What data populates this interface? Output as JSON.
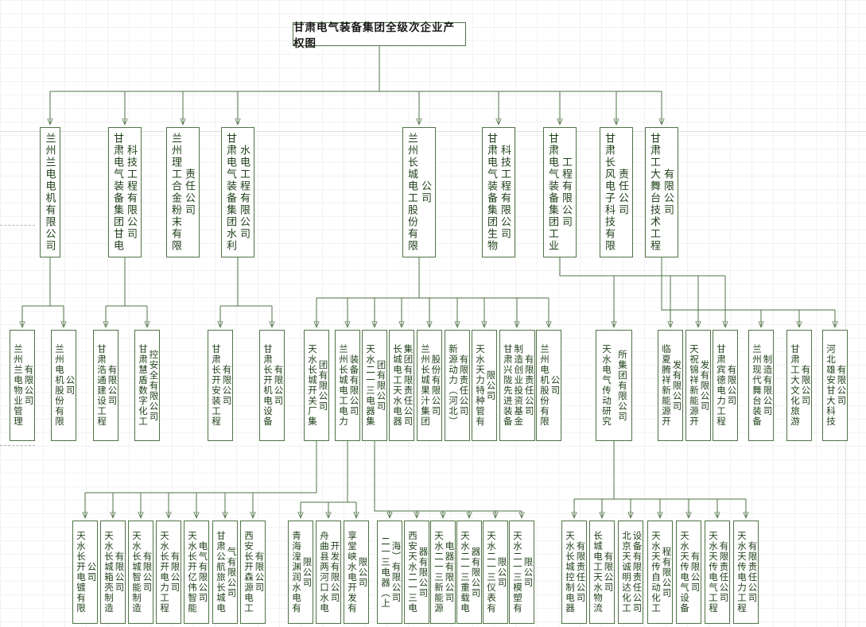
{
  "org": {
    "title": "甘肃电气装备集团全级次企业产权图",
    "colors": {
      "box_border": "#4f7345",
      "box_text": "#1e3f18",
      "connector": "#4f7345",
      "title_text": "#1a1a1a"
    },
    "groups": [
      {
        "label": "兰州兰电电机有限公司",
        "children": [
          {
            "label": "兰州兰电物业管理有限公司"
          },
          {
            "label": "兰州电机股份有限公司"
          }
        ]
      },
      {
        "label": "甘肃电气装备集团甘电科技工程有限公司",
        "children": [
          {
            "label": "甘肃浩通建设工程有限公司"
          },
          {
            "label": "甘肃慧盾数字化工控安全有限公司"
          }
        ]
      },
      {
        "label": "兰州理工合金粉末有限责任公司",
        "children": []
      },
      {
        "label": "甘肃电气装备集团水利水电工程有限公司",
        "children": [
          {
            "label": "甘肃长开安装工程有限公司"
          },
          {
            "label": "甘肃长开机电设备有限公司"
          }
        ]
      },
      {
        "label": "兰州长城电工股份有限公司",
        "children": [
          {
            "label": "天水长城开关厂集团有限公司",
            "children": [
              {
                "label": "天水长开电镀有限公司"
              },
              {
                "label": "天水长城箱壳制造有限公司"
              },
              {
                "label": "天水长城智能制造有限公司"
              },
              {
                "label": "天水长开电力工程有限公司"
              },
              {
                "label": "天水长开亿伟智能电气有限公司"
              },
              {
                "label": "甘肃公航旅长城电气有限公司"
              },
              {
                "label": "西安长开森源电工有限公司"
              }
            ]
          },
          {
            "label": "兰州长城电工电力装备有限公司",
            "children": [
              {
                "label": "青海湟渊润水电有限公司"
              },
              {
                "label": "舟曲县两河口水电开发有限公司"
              },
              {
                "label": "享堂峡水电开发有限公司"
              }
            ]
          },
          {
            "label": "天水二一三电器集团有限公司",
            "children": [
              {
                "label": "二一三电器（上海）有限公司"
              },
              {
                "label": "西安天水二一三电器有限公司"
              },
              {
                "label": "天水二一三新能源电器有限公司"
              },
              {
                "label": "天水二一三重载电器有限公司"
              },
              {
                "label": "天水二一三仪表有限公司"
              },
              {
                "label": "天水二一三模塑有限公司"
              }
            ]
          },
          {
            "label": "长城电工天水电器集团有限责任公司"
          },
          {
            "label": "兰州长城果汁集团股份有限公司"
          },
          {
            "label": "新源动力（河北）有限责任公司"
          },
          {
            "label": "天水天力特种管有限公司"
          },
          {
            "label": "甘肃兴陇先进装备制造创业投资基金有限责任公司"
          },
          {
            "label": "兰州电机股份有限公司"
          }
        ]
      },
      {
        "label": "甘肃电气装备集团生物科技工程有限公司",
        "children": []
      },
      {
        "label": "甘肃电气装备集团工业工程有限公司",
        "children": [
          {
            "label": "天水电气传动研究所集团有限公司",
            "children": [
              {
                "label": "天水长城控制电器有限责任公司"
              },
              {
                "label": "长城电工天水物流有限公司"
              },
              {
                "label": "北京天诚明达化工设备有限责任公司"
              },
              {
                "label": "天水天传自动化工程有限公司"
              },
              {
                "label": "天水天传电气设备有限公司"
              },
              {
                "label": "天水天传电气工程有限责任公司"
              },
              {
                "label": "天水天传电力工程有限责任公司"
              }
            ]
          },
          {
            "label": "临夏腾祥新能源开发有限公司"
          },
          {
            "label": "天祝锦祥新能源开发有限公司"
          },
          {
            "label": "甘肃宾德电力工程有限公司"
          }
        ]
      },
      {
        "label": "甘肃长风电子科技有限责任公司",
        "children": []
      },
      {
        "label": "甘肃工大舞台技术工程有限公司",
        "children": [
          {
            "label": "兰州现代舞台装备制造有限公司"
          },
          {
            "label": "甘肃工大文化旅游有限公司"
          },
          {
            "label": "河北雄安甘大科技有限公司"
          }
        ]
      }
    ]
  }
}
